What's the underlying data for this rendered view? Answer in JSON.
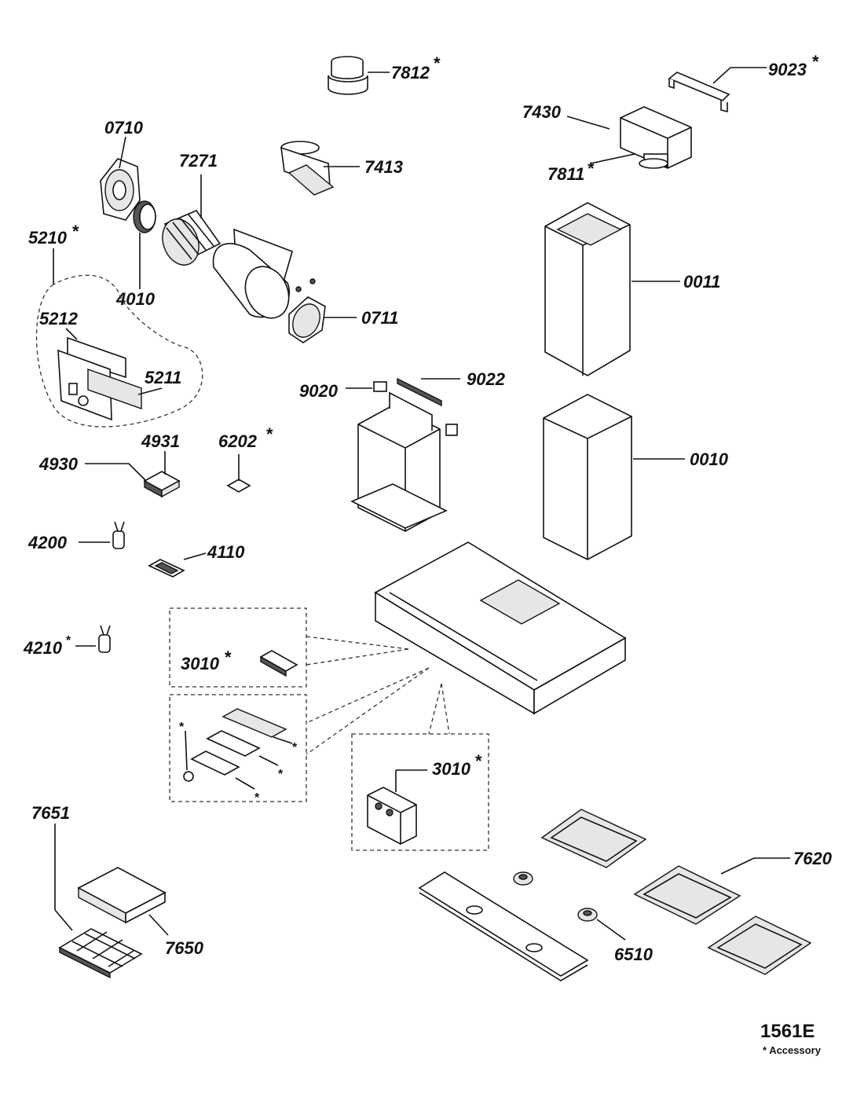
{
  "labels": {
    "p7812": "7812",
    "p9023": "9023",
    "p7430": "7430",
    "p7811": "7811",
    "p0710": "0710",
    "p7271": "7271",
    "p7413": "7413",
    "p5210": "5210",
    "p4010": "4010",
    "p0711": "0711",
    "p0011": "0011",
    "p5212": "5212",
    "p5211": "5211",
    "p9020": "9020",
    "p9022": "9022",
    "p4931": "4931",
    "p6202": "6202",
    "p4930": "4930",
    "p0010": "0010",
    "p4200": "4200",
    "p4110": "4110",
    "p4210": "4210",
    "p3010a": "3010",
    "p3010b": "3010",
    "p7651": "7651",
    "p7620": "7620",
    "p7650": "7650",
    "p6510": "6510"
  },
  "asterisk": "*",
  "reference_code": "1561E",
  "legend_note": "* Accessory"
}
